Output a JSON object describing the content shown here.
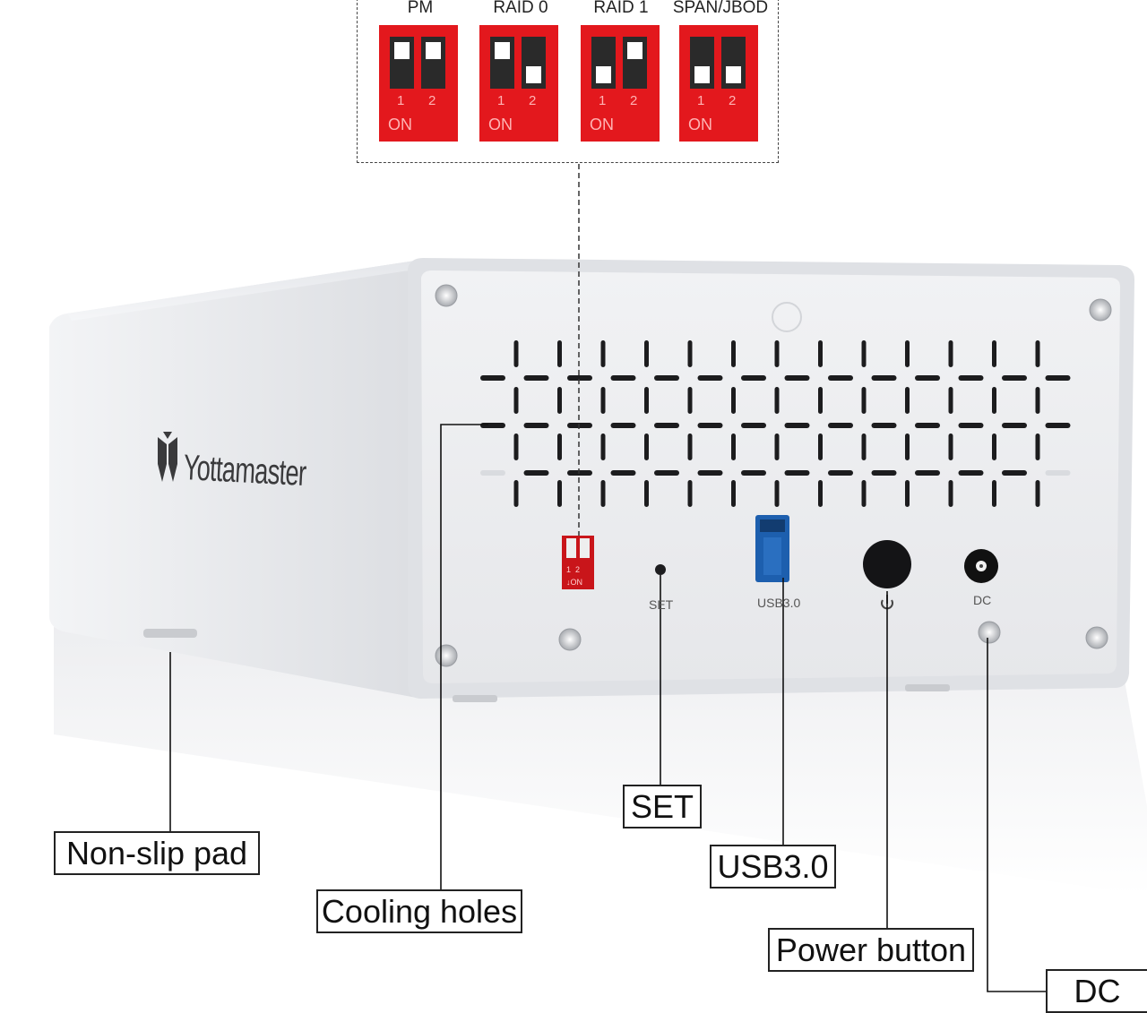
{
  "dip_modes": [
    {
      "label": "PM",
      "sw1": "up",
      "sw2": "up"
    },
    {
      "label": "RAID 0",
      "sw1": "up",
      "sw2": "down"
    },
    {
      "label": "RAID 1",
      "sw1": "down",
      "sw2": "up"
    },
    {
      "label": "SPAN/JBOD",
      "sw1": "down",
      "sw2": "down"
    }
  ],
  "dip_switch_numbers": [
    "1",
    "2"
  ],
  "dip_on_text": "ON",
  "brand": "Yottamaster",
  "panel_labels": {
    "set": "SET",
    "usb": "USB3.0",
    "dc": "DC",
    "mini_dip_numbers": "1  2",
    "mini_dip_on": "↓ON"
  },
  "callouts": {
    "non_slip_pad": "Non-slip pad",
    "cooling_holes": "Cooling holes",
    "set": "SET",
    "usb": "USB3.0",
    "power_button": "Power button",
    "dc": "DC"
  },
  "colors": {
    "dip_red": "#e3181d",
    "usb_blue": "#1d5fae",
    "enclosure_silver": "#e8e9ec"
  }
}
